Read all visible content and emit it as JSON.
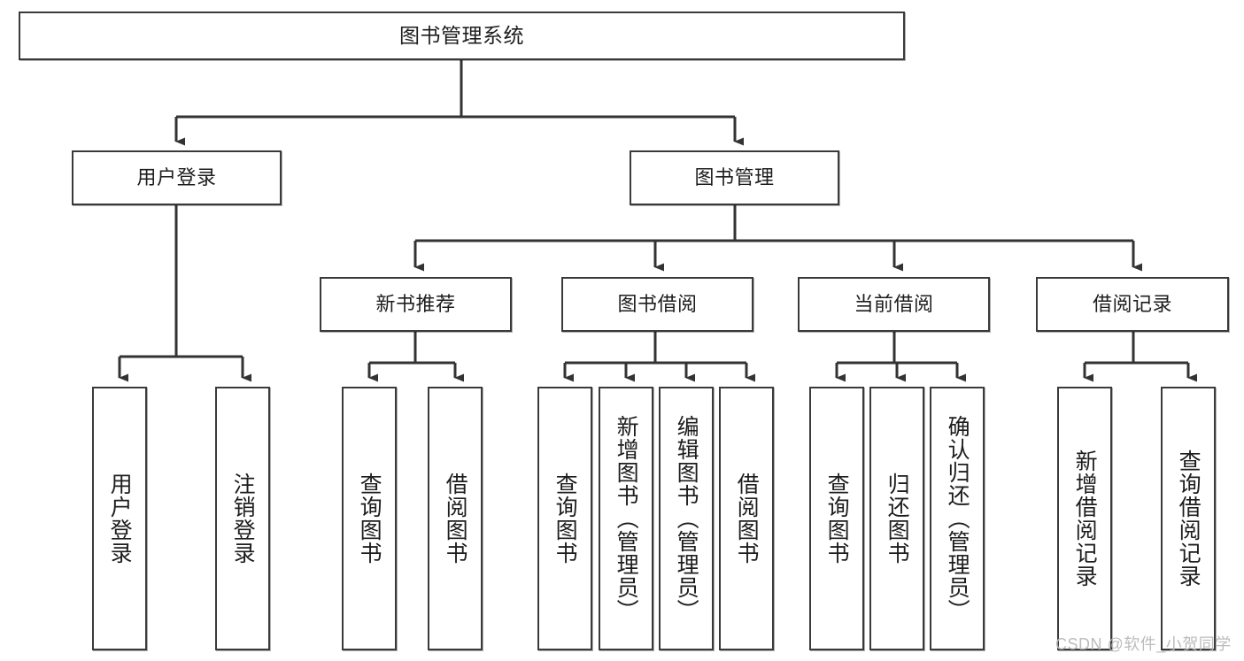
{
  "diagram": {
    "type": "tree-hierarchy-chart",
    "title_box": {
      "label": "图书管理系统"
    },
    "level2": [
      {
        "id": "user-login",
        "label": "用户登录"
      },
      {
        "id": "book-management",
        "label": "图书管理"
      }
    ],
    "level3": [
      {
        "id": "new-book-recommend",
        "label": "新书推荐"
      },
      {
        "id": "book-borrow",
        "label": "图书借阅"
      },
      {
        "id": "current-borrow",
        "label": "当前借阅"
      },
      {
        "id": "borrow-record",
        "label": "借阅记录"
      }
    ],
    "leaves": {
      "user_login": [
        {
          "id": "leaf-user-login",
          "label": "用户登录"
        },
        {
          "id": "leaf-logout-login",
          "label": "注销登录"
        }
      ],
      "new_book_recommend": [
        {
          "id": "leaf-query-book-1",
          "label": "查询图书"
        },
        {
          "id": "leaf-borrow-book-1",
          "label": "借阅图书"
        }
      ],
      "book_borrow": [
        {
          "id": "leaf-query-book-2",
          "label": "查询图书"
        },
        {
          "id": "leaf-add-book",
          "label": "新增图书（管理员）"
        },
        {
          "id": "leaf-edit-book",
          "label": "编辑图书（管理员）"
        },
        {
          "id": "leaf-borrow-book-2",
          "label": "借阅图书"
        }
      ],
      "current_borrow": [
        {
          "id": "leaf-query-book-3",
          "label": "查询图书"
        },
        {
          "id": "leaf-return-book",
          "label": "归还图书"
        },
        {
          "id": "leaf-confirm-return",
          "label": "确认归还（管理员）"
        }
      ],
      "borrow_record": [
        {
          "id": "leaf-add-record",
          "label": "新增借阅记录"
        },
        {
          "id": "leaf-query-record",
          "label": "查询借阅记录"
        }
      ]
    },
    "watermark": {
      "text": "CSDN @软件_小贺同学"
    },
    "colors": {
      "box_border": "#3a3a3a",
      "box_fill": "#ffffff",
      "connector": "#333333",
      "text": "#1d1d1d",
      "watermark": "#b9b9b9"
    }
  }
}
